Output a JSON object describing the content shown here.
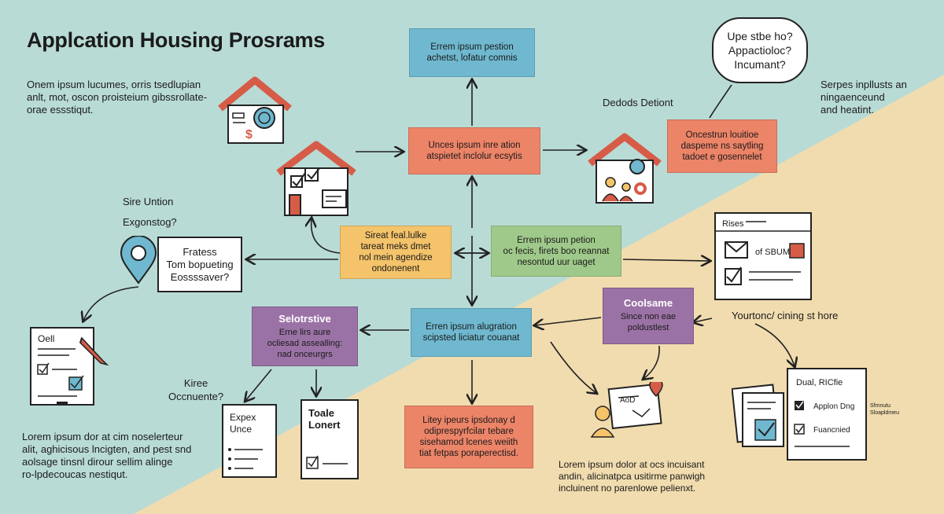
{
  "header": {
    "title": "Applcation Housing Prosrams"
  },
  "intro_text": "Onem ipsum lucumes, orris tsedlupian\nanlt, mot, oscon proisteium gibssrollate-\norae essstiqut.",
  "bottom_left_text": "Lorem ipsum dor at cim noselerteur\nalit, aghicisous lncigten, and pest snd\naolsage tinsnl dirour sellim alinge\nro-lpdecoucas nestiqut.",
  "bottom_right_text": "Lorem ipsum dolor at ocs incuisant\nandin, alicinatpca usitirme panwigh\nincluinent no parenlowe pelienxt.",
  "right_text": "Serpes inpllusts an\nningaenceund\nand heatint.",
  "labels": {
    "sire_union": "Sire Untion",
    "exgonstog": "Exgonstog?",
    "decods": "Dedods Detiont",
    "kiree": "Kiree\nOccnuente?",
    "yourtonc": "Yourtonc/ cining st hore"
  },
  "speech_bubble": "Upe stbe ho?\nAppactioloc?\nIncumant?",
  "boxes": {
    "top_blue": "Errem ipsum pestion\nachetst, lofatur comnis",
    "center_orange": "Unces ipsum inre ation\natspietet inclolur ecsytis",
    "right_orange": "Oncestrun louitioe\ndaspeme ns saytling\ntadoet e gosennelet",
    "yellow": "Sireat feal.lulke\ntareat meks dmet\nnol mein agendize\nondonenent",
    "green": "Errem ipsum petion\noc fecis, firets boo reannat\nnesontud uur uaget",
    "white_left": "Fratess\nTom bopueting\nEossssaver?",
    "center_blue": "Erren ipsum alugration\nscipsted liciatur couanat",
    "bottom_orange": "Litey ipeurs ipsdonay d\nodiprespyrfcilar tebare\nsisehamod lcenes weiith\ntiat fetpas poraperectisd."
  },
  "purple_boxes": {
    "left": {
      "heading": "Selotrstive",
      "body": "Erne lirs aure\nocliesad assealling:\nnad onceurgrs"
    },
    "right": {
      "heading": "Coolsame",
      "body": "Since non eae\npoldustlest"
    }
  },
  "documents": {
    "form_left": {
      "title": "Oell"
    },
    "doc_expe": {
      "title": "Expex\nUnce"
    },
    "doc_toale": {
      "title": "Toale\nLonert"
    },
    "sheet_right": {
      "title": "Rises",
      "field": "of SBUM"
    },
    "checklist": {
      "title": "Dual, RICfie",
      "item1": "Applon Dng",
      "item2": "Fuancnied",
      "note": "Sfmnutu\nSloapldmeu"
    },
    "mini_doc": {
      "title": "AoD"
    }
  },
  "colors": {
    "bg_teal": "#b9dbd6",
    "bg_sand": "#f1dcaf",
    "blue": "#6fb8cf",
    "orange": "#ec8468",
    "yellow": "#f4c36a",
    "green": "#9fc98a",
    "purple": "#9b72a6",
    "roof": "#d65c48"
  },
  "icons": [
    "house-dollar-icon",
    "house-checklist-icon",
    "house-family-icon",
    "map-pin-icon",
    "pencil-icon",
    "document-icon",
    "person-icon"
  ]
}
